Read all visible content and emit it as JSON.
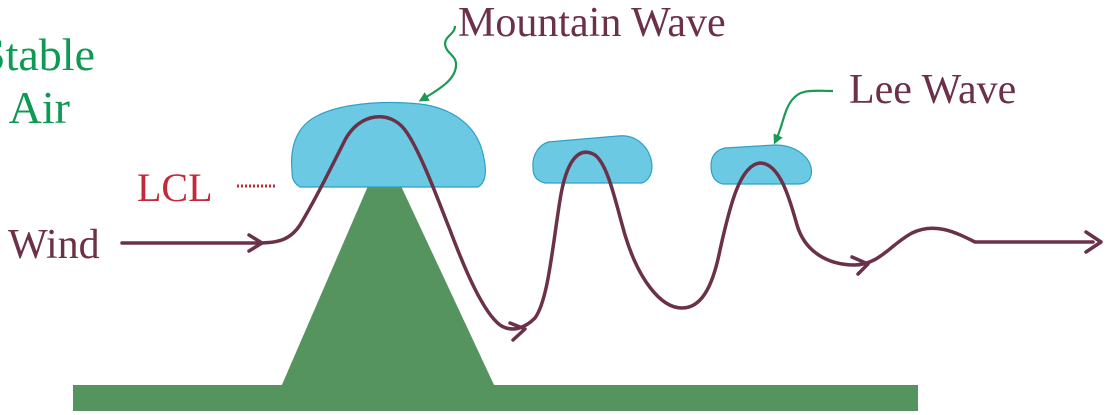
{
  "labels": {
    "stable_air_line1": "Stable",
    "stable_air_line2": "Air",
    "mountain_wave": "Mountain Wave",
    "lee_wave": "Lee Wave",
    "lcl": "LCL",
    "wind": "Wind"
  },
  "colors": {
    "mountain": "#55935f",
    "cloud_fill": "#6cc9e3",
    "cloud_stroke": "#2ea0c8",
    "wave_line": "#6b3148",
    "label_text": "#6b3148",
    "stable_air_text": "#0e9a52",
    "lcl_text": "#c22a3a",
    "pointer_arrow": "#1a9a55"
  }
}
